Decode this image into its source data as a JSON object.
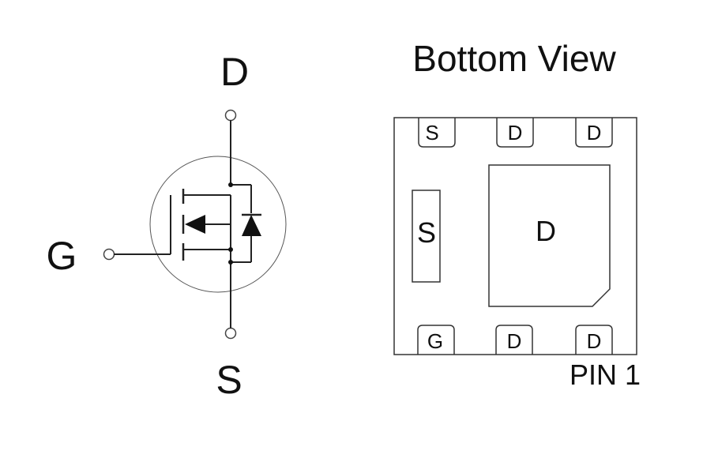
{
  "symbol": {
    "drain_label": "D",
    "gate_label": "G",
    "source_label": "S"
  },
  "package": {
    "title": "Bottom View",
    "pin1_label": "PIN 1",
    "top_pads": [
      "S",
      "D",
      "D"
    ],
    "bottom_pads": [
      "G",
      "D",
      "D"
    ],
    "source_pad_label": "S",
    "drain_pad_label": "D"
  }
}
